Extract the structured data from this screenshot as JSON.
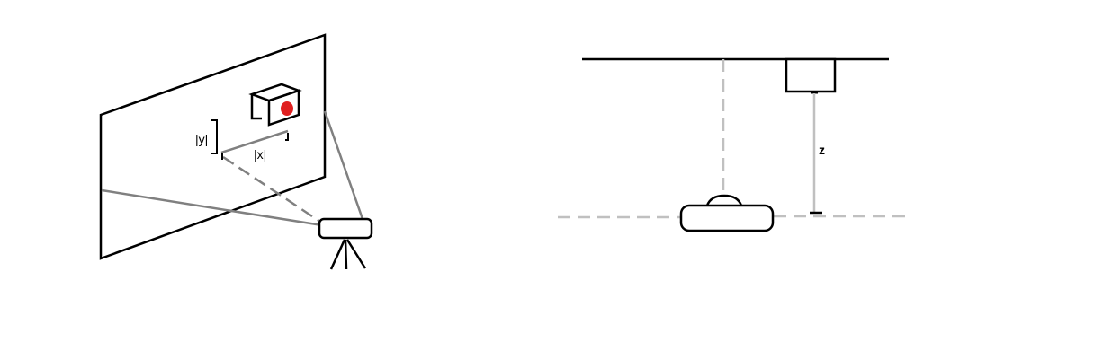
{
  "left_diagram": {
    "label_y": "|y|",
    "label_x": "|x|"
  },
  "right_diagram": {
    "label_z": "z"
  },
  "colors": {
    "ink": "#000000",
    "gray_line": "#808080",
    "light_gray": "#c0c0c0",
    "dot": "#e02020"
  }
}
